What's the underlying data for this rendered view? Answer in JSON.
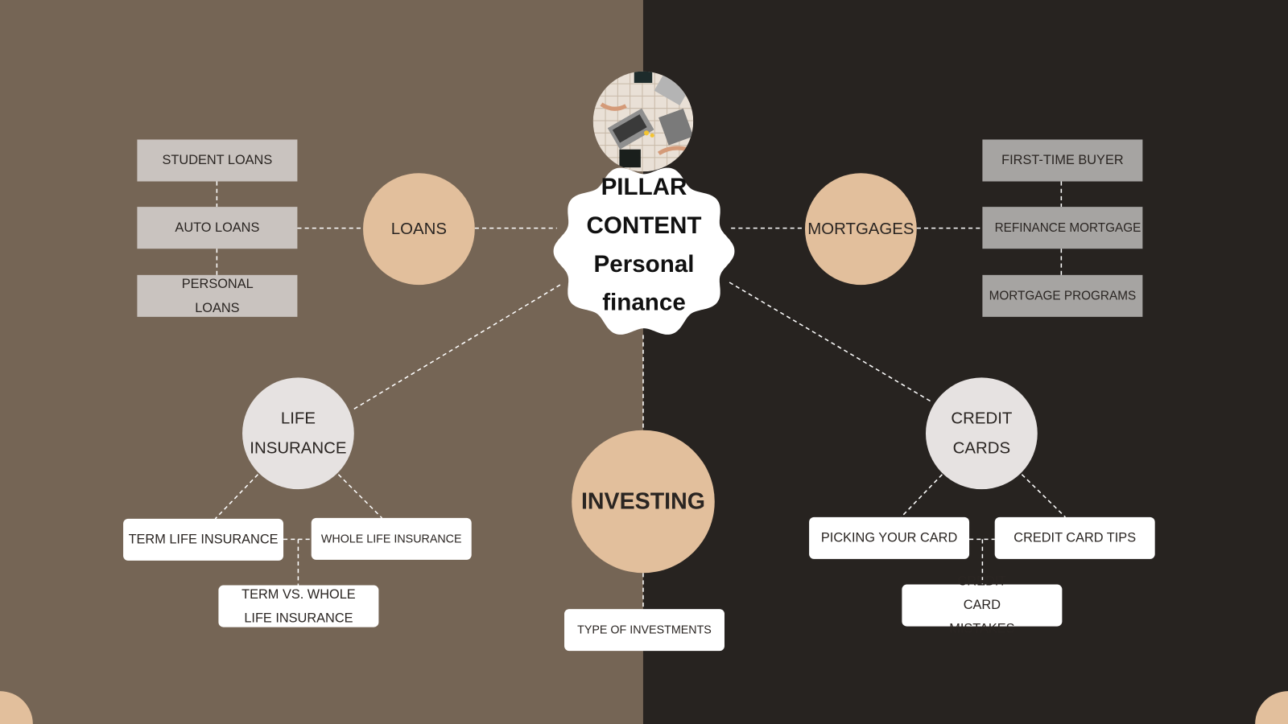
{
  "center": {
    "lines": [
      "PILLAR",
      "CONTENT",
      "Personal",
      "finance"
    ],
    "image": "team-working-laptops-photo"
  },
  "pillars": {
    "loans": "LOANS",
    "mortgages": "MORTGAGES",
    "life_insurance": [
      "LIFE",
      "INSURANCE"
    ],
    "credit_cards": [
      "CREDIT",
      "CARDS"
    ],
    "investing": "INVESTING"
  },
  "loans_topics": [
    "STUDENT LOANS",
    "AUTO LOANS",
    "PERSONAL LOANS"
  ],
  "mortgage_topics": [
    "FIRST-TIME BUYER",
    "REFINANCE MORTGAGE",
    "MORTGAGE PROGRAMS"
  ],
  "life_topics": [
    "TERM LIFE INSURANCE",
    "WHOLE LIFE INSURANCE",
    "TERM VS. WHOLE LIFE INSURANCE"
  ],
  "investing_topics": [
    "TYPE OF INVESTMENTS"
  ],
  "credit_topics": [
    "PICKING YOUR CARD",
    "CREDIT CARD TIPS",
    "CREDIT CARD MISTAKES"
  ],
  "colors": {
    "left_bg": "#756555",
    "right_bg": "#272320",
    "peach": "#e2bf9c",
    "light": "#e6e2e1"
  }
}
